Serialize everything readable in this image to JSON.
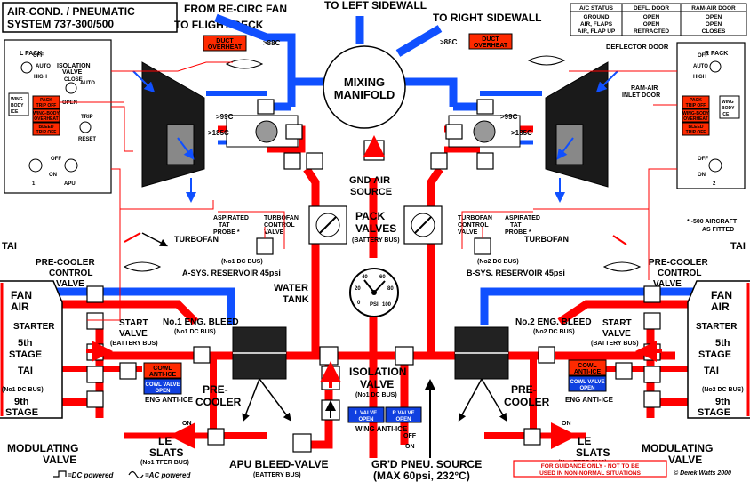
{
  "title": {
    "line1": "AIR-COND. / PNEUMATIC",
    "line2": "SYSTEM 737-300/500"
  },
  "top_labels": {
    "recirc_fan": "FROM RE-CIRC FAN",
    "flight_deck": "TO FLIGHT DECK",
    "left_sidewall": "TO LEFT SIDEWALL",
    "right_sidewall": "TO RIGHT SIDEWALL"
  },
  "duct_overheat": {
    "line1": "DUCT",
    "line2": "OVERHEAT",
    "temp": ">88C"
  },
  "mixing_manifold": {
    "line1": "MIXING",
    "line2": "MANIFOLD"
  },
  "status_table": {
    "headers": [
      "A/C STATUS",
      "DEFL. DOOR",
      "RAM-AIR DOOR"
    ],
    "rows": [
      [
        "GROUND",
        "OPEN",
        "OPEN"
      ],
      [
        "AIR, FLAPS",
        "OPEN",
        "OPEN"
      ],
      [
        "AIR, FLAP UP",
        "RETRACTED",
        "CLOSES"
      ]
    ],
    "retracted_2": "RETRACTED"
  },
  "deflector_door": "DEFLECTOR DOOR",
  "ram_air_inlet": {
    "line1": "RAM-AIR",
    "line2": "INLET DOOR"
  },
  "left_panel": {
    "l_pack": "L PACK",
    "off": "OFF",
    "auto": "AUTO",
    "high": "HIGH",
    "isolation_valve": {
      "line1": "ISOLATION",
      "line2": "VALVE",
      "close": "CLOSE",
      "auto": "AUTO",
      "open": "OPEN"
    },
    "wing_body_ice": {
      "line1": "WING",
      "line2": "BODY",
      "line3": "ICE"
    },
    "pack_trip": {
      "line1": "PACK",
      "line2": "TRIP OFF"
    },
    "wing_body_overheat": {
      "line1": "WING-BODY",
      "line2": "OVERHEAT"
    },
    "bleed_trip": {
      "line1": "BLEED",
      "line2": "TRIP OFF"
    },
    "trip": "TRIP",
    "reset": "RESET",
    "num1": "1",
    "apu": "APU",
    "off2": "OFF",
    "on": "ON"
  },
  "right_panel": {
    "r_pack": "R PACK",
    "off": "OFF",
    "auto": "AUTO",
    "high": "HIGH",
    "wing_body_ice": {
      "line1": "WING",
      "line2": "BODY",
      "line3": "ICE"
    },
    "pack_trip": {
      "line1": "PACK",
      "line2": "TRIP OFF"
    },
    "wing_body_overheat": {
      "line1": "WING-BODY",
      "line2": "OVERHEAT"
    },
    "bleed_trip": {
      "line1": "BLEED",
      "line2": "TRIP OFF"
    },
    "num2": "2",
    "off2": "OFF",
    "on": "ON"
  },
  "pack_temps": {
    "t99": ">99C",
    "t185": ">185C"
  },
  "gnd_air_source": {
    "line1": "GND AIR",
    "line2": "SOURCE"
  },
  "pack_valves": {
    "line1": "PACK",
    "line2": "VALVES",
    "line3": "(BATTERY BUS)"
  },
  "aspirated_tat": {
    "line1": "ASPIRATED",
    "line2": "TAT",
    "line3": "PROBE *"
  },
  "turbofan_cv": {
    "line1": "TURBOFAN",
    "line2": "CONTROL",
    "line3": "VALVE"
  },
  "turbofan": "TURBOFAN",
  "dc_bus_1": "(No1 DC BUS)",
  "dc_bus_2": "(No2 DC BUS)",
  "note_500": {
    "line1": "* -500 AIRCRAFT",
    "line2": "AS FITTED"
  },
  "tai": "TAI",
  "precooler_cv": {
    "line1": "PRE-COOLER",
    "line2": "CONTROL",
    "line3": "VALVE"
  },
  "a_sys_res": "A-SYS. RESERVOIR 45psi",
  "b_sys_res": "B-SYS. RESERVOIR 45psi",
  "water_tank": {
    "line1": "WATER",
    "line2": "TANK"
  },
  "gauge": {
    "label": "PSI",
    "ticks": [
      "0",
      "20",
      "40",
      "60",
      "80",
      "100"
    ]
  },
  "fan_air": {
    "line1": "FAN",
    "line2": "AIR"
  },
  "starter": "STARTER",
  "fifth_stage": {
    "line1": "5th",
    "line2": "STAGE"
  },
  "ninth_stage": {
    "line1": "9th",
    "line2": "STAGE"
  },
  "start_valve": {
    "line1": "START",
    "line2": "VALVE",
    "line3": "(BATTERY BUS)"
  },
  "eng_bleed_1": {
    "line1": "No.1 ENG. BLEED",
    "line2": "(No1 DC BUS)"
  },
  "eng_bleed_2": {
    "line1": "No.2 ENG. BLEED",
    "line2": "(No2 DC BUS)"
  },
  "isolation_valve_c": {
    "line1": "ISOLATION",
    "line2": "VALVE",
    "line3": "(No1 DC BUS)"
  },
  "pre_cooler": {
    "line1": "PRE-",
    "line2": "COOLER"
  },
  "cowl_anti_ice": {
    "line1": "COWL",
    "line2": "ANTI-ICE"
  },
  "cowl_valve_open": {
    "line1": "COWL VALVE",
    "line2": "OPEN"
  },
  "eng_anti_ice": "ENG ANTI-ICE",
  "l_valve_open": {
    "line1": "L VALVE",
    "line2": "OPEN"
  },
  "r_valve_open": {
    "line1": "R VALVE",
    "line2": "OPEN"
  },
  "wing_anti_ice": "WING ANTI-ICE",
  "le_slats": {
    "line1": "LE",
    "line2": "SLATS",
    "line3": "(No1 TFER BUS)"
  },
  "modulating_valve": {
    "line1": "MODULATING",
    "line2": "VALVE"
  },
  "apu_bleed": {
    "line1": "APU BLEED-VALVE",
    "line2": "(BATTERY BUS)"
  },
  "grd_pneu": {
    "line1": "GR'D PNEU. SOURCE",
    "line2": "(MAX 60psi, 232°C)"
  },
  "guidance": {
    "line1": "FOR GUIDANCE ONLY - NOT TO BE",
    "line2": "USED IN NON-NORMAL SITUATIONS"
  },
  "credit": "© Derek Watts 2000",
  "legend": {
    "dc": "=DC powered",
    "ac": "=AC powered"
  },
  "colors": {
    "bleed": "#ff0000",
    "cold": "#1050ff",
    "lamp": "#ff2a00",
    "lamp_blue": "#1040e0"
  }
}
